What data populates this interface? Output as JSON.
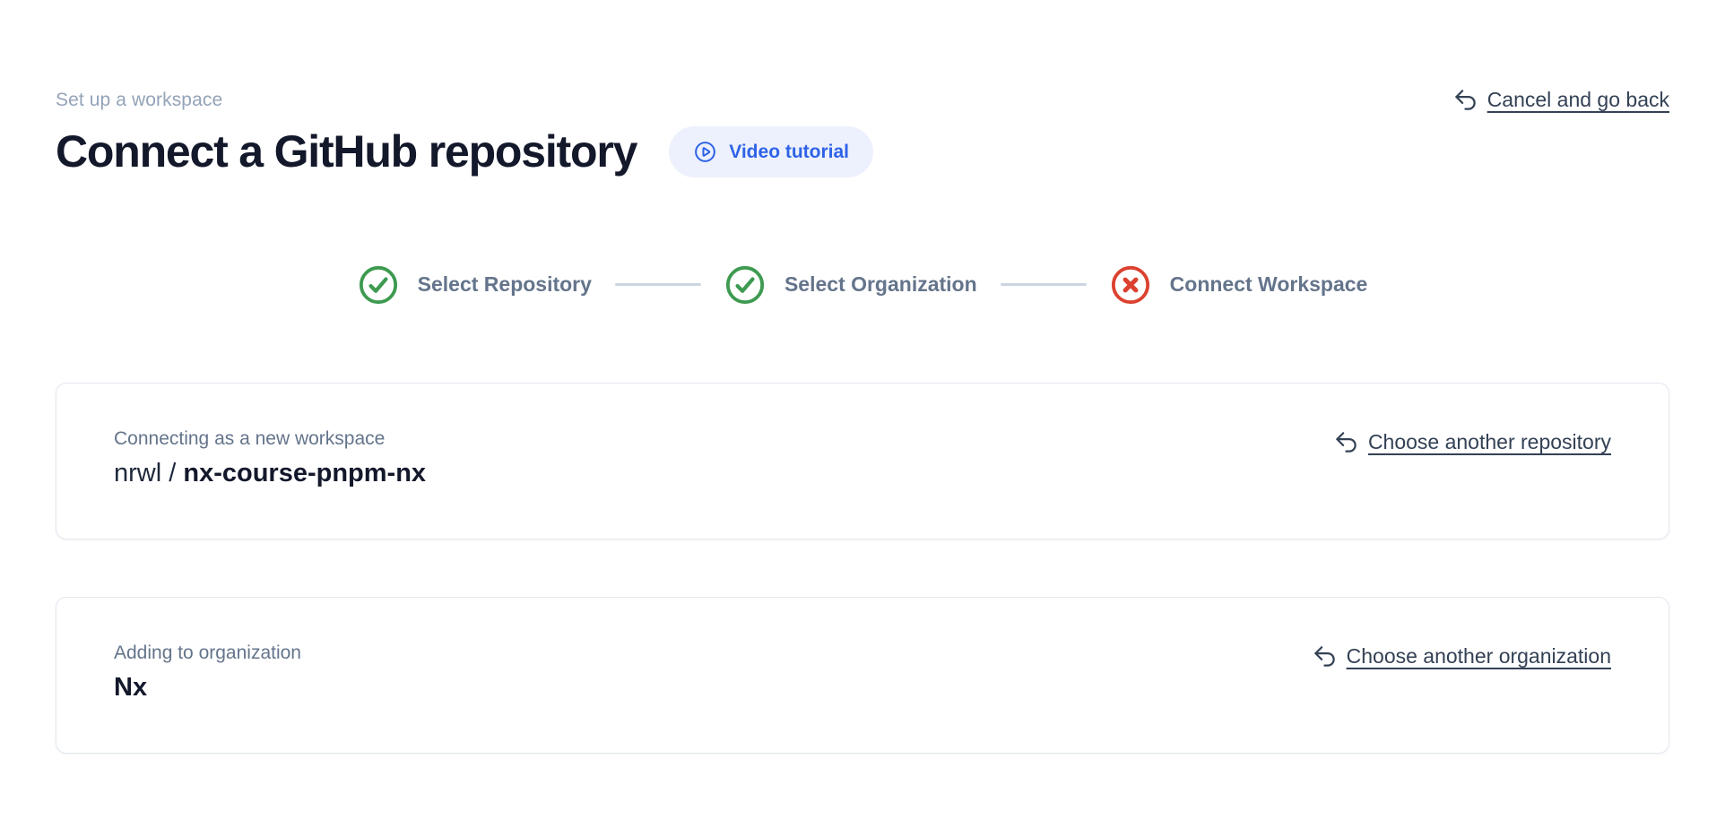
{
  "page": {
    "eyebrow": "Set up a workspace",
    "title": "Connect a GitHub repository"
  },
  "header": {
    "video_button_label": "Video tutorial",
    "cancel_link_label": "Cancel and go back"
  },
  "stepper": {
    "steps": [
      {
        "label": "Select Repository",
        "status": "complete",
        "icon": "check-circle-icon"
      },
      {
        "label": "Select Organization",
        "status": "complete",
        "icon": "check-circle-icon"
      },
      {
        "label": "Connect Workspace",
        "status": "error",
        "icon": "x-circle-icon"
      }
    ]
  },
  "cards": {
    "repository": {
      "label": "Connecting as a new workspace",
      "owner": "nrwl /",
      "repo": "nx-course-pnpm-nx",
      "action_label": "Choose another repository"
    },
    "organization": {
      "label": "Adding to organization",
      "name": "Nx",
      "action_label": "Choose another organization"
    }
  },
  "colors": {
    "accent_blue": "#2e63e7",
    "accent_blue_bg": "#edf1fd",
    "success_green": "#3d9a50",
    "error_red": "#dc4130",
    "muted_text": "#94a3b8",
    "step_label_text": "#64748b",
    "link_text": "#334155",
    "card_border": "#e2e8f0",
    "heading_text": "#13182b",
    "connector_line": "#cbd5e1"
  }
}
